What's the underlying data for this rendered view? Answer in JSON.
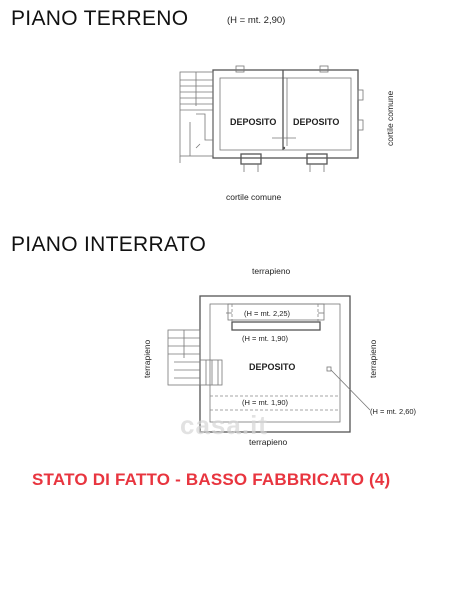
{
  "ground_floor": {
    "title": "PIANO TERRENO",
    "height_note": "(H = mt. 2,90)",
    "rooms": [
      "DEPOSITO",
      "DEPOSITO"
    ],
    "label_right": "cortile comune",
    "label_bottom": "cortile comune"
  },
  "basement": {
    "title": "PIANO INTERRATO",
    "label_top": "terrapieno",
    "label_bottom": "terrapieno",
    "label_left": "terrapieno",
    "label_right": "terrapieno",
    "room": "DEPOSITO",
    "height_top": "(H = mt. 2,25)",
    "height_mid": "(H = mt. 1,90)",
    "height_bottom": "(H = mt. 1,90)",
    "height_side": "(H = mt. 2,60)"
  },
  "watermark": "casa.it",
  "caption": "STATO DI FATTO - BASSO FABBRICATO (4)",
  "colors": {
    "caption": "#e8353f",
    "lines": "#555555"
  }
}
